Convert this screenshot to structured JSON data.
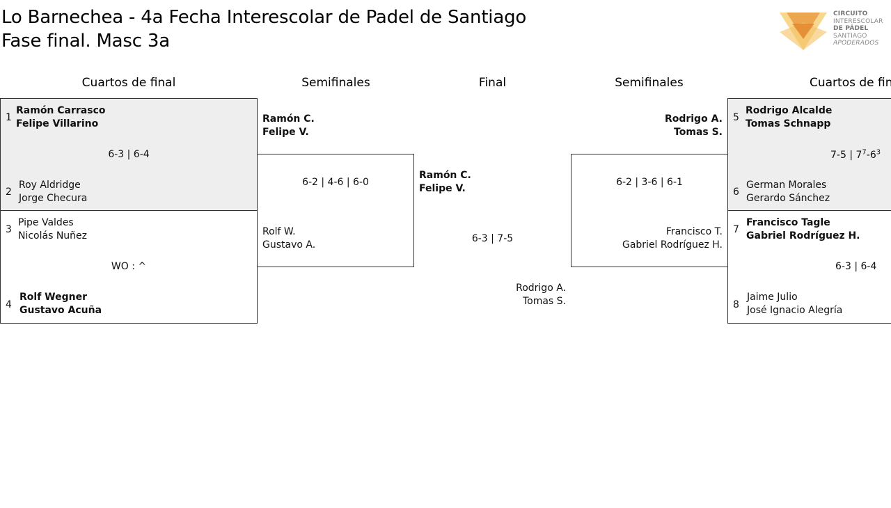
{
  "header": {
    "title_line1": "Lo Barnechea - 4a Fecha Interescolar de Padel de Santiago",
    "title_line2": "Fase final. Masc 3a"
  },
  "logo": {
    "line1": "CIRCUITO",
    "line2": "INTERESCOLAR",
    "line3": "DE PÁDEL",
    "line4": "SANTIAGO",
    "line5": "APODERADOS",
    "colors": {
      "primary": "#e8953a",
      "light": "#f7d07a"
    }
  },
  "rounds": {
    "left_quarters": "Cuartos de final",
    "left_semis": "Semifinales",
    "final": "Final",
    "right_semis": "Semifinales",
    "right_quarters": "Cuartos de final"
  },
  "left_qf1": {
    "top_seed": "1",
    "top_p1": "Ramón Carrasco",
    "top_p2": "Felipe Villarino",
    "score": "6-3 | 6-4",
    "bottom_seed": "2",
    "bottom_p1": "Roy Aldridge",
    "bottom_p2": "Jorge Checura"
  },
  "left_qf2": {
    "top_seed": "3",
    "top_p1": "Pipe Valdes",
    "top_p2": "Nicolás Nuñez",
    "score": "WO : ^",
    "bottom_seed": "4",
    "bottom_p1": "Rolf Wegner",
    "bottom_p2": "Gustavo Acuña"
  },
  "left_sf": {
    "top_p1": "Ramón C.",
    "top_p2": "Felipe V.",
    "score": "6-2 | 4-6 | 6-0",
    "bottom_p1": "Rolf W.",
    "bottom_p2": "Gustavo A."
  },
  "final": {
    "top_p1": "Ramón C.",
    "top_p2": "Felipe V.",
    "score": "6-3 | 7-5",
    "bottom_p1": "Rodrigo A.",
    "bottom_p2": "Tomas S."
  },
  "right_sf": {
    "top_p1": "Rodrigo A.",
    "top_p2": "Tomas S.",
    "score": "6-2 | 3-6 | 6-1",
    "bottom_p1": "Francisco T.",
    "bottom_p2": "Gabriel Rodríguez H."
  },
  "right_qf1": {
    "top_seed": "5",
    "top_p1": "Rodrigo Alcalde",
    "top_p2": "Tomas Schnapp",
    "score_a": "7-5 | 7",
    "score_sup1": "7",
    "score_b": "-6",
    "score_sup2": "3",
    "bottom_seed": "6",
    "bottom_p1": "German Morales",
    "bottom_p2": "Gerardo Sánchez"
  },
  "right_qf2": {
    "top_seed": "7",
    "top_p1": "Francisco Tagle",
    "top_p2": "Gabriel Rodríguez H.",
    "score": "6-3 | 6-4",
    "bottom_seed": "8",
    "bottom_p1": "Jaime Julio",
    "bottom_p2": "José Ignacio Alegría"
  }
}
